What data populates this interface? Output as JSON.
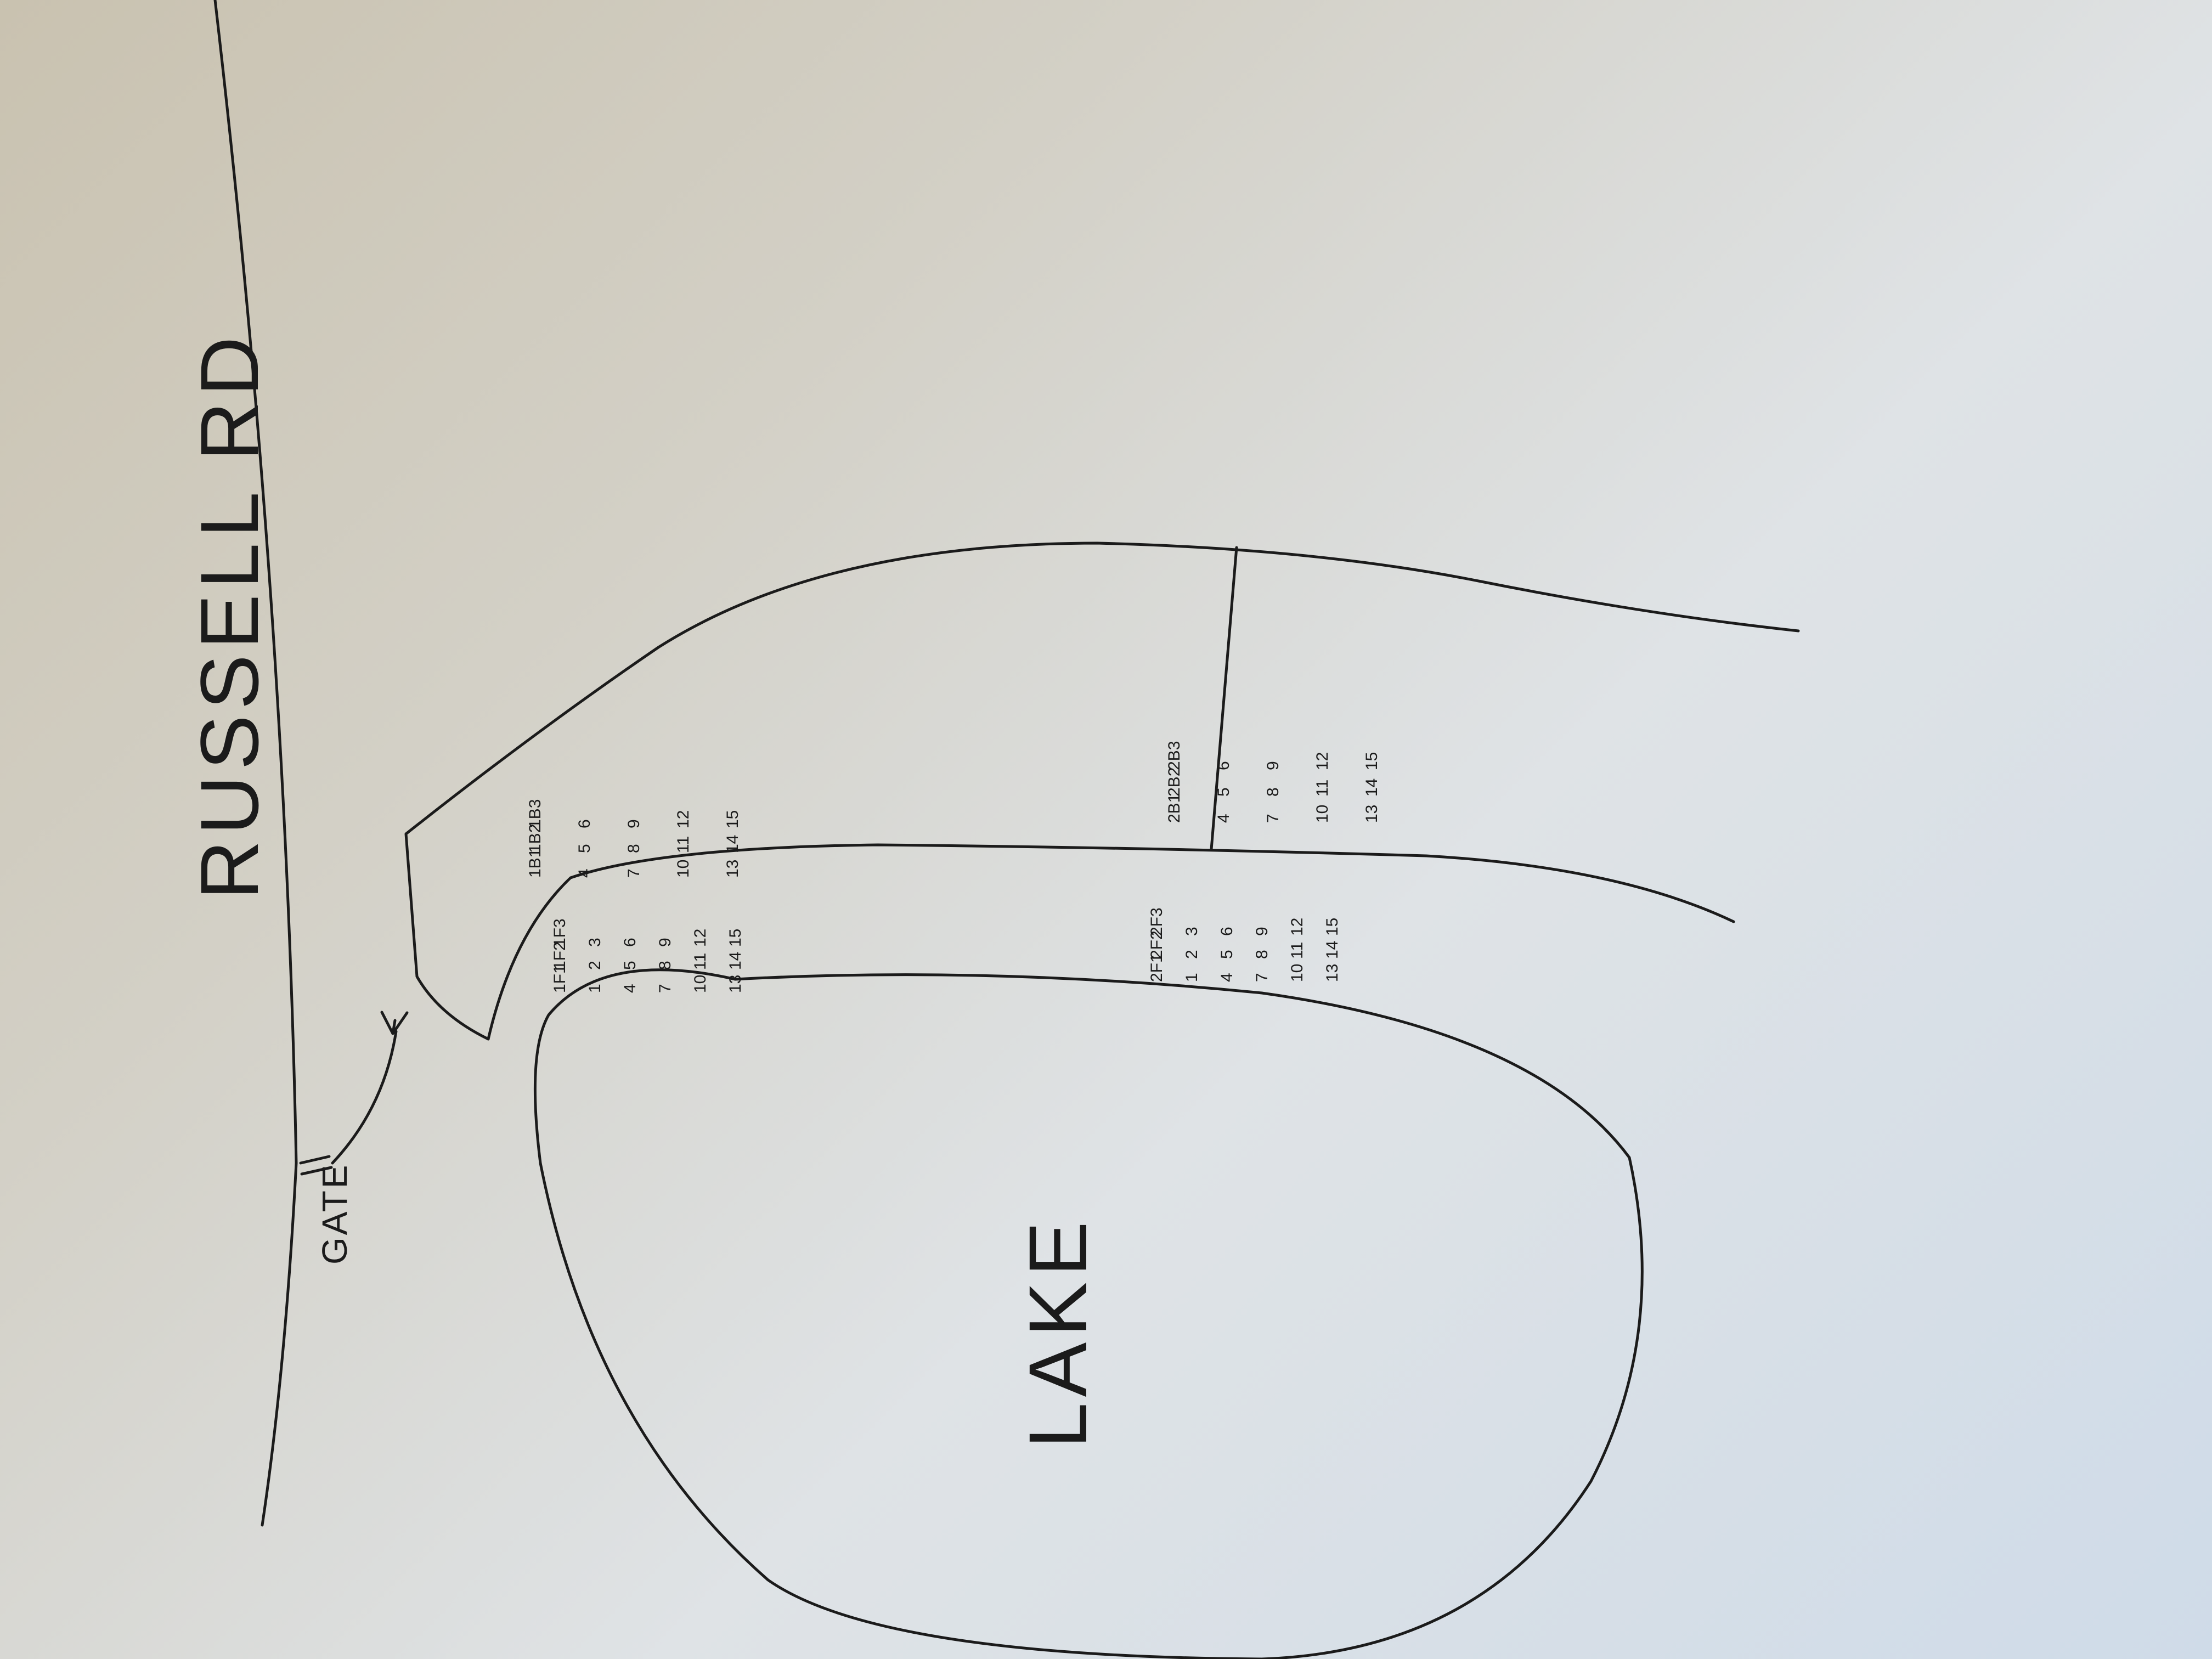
{
  "labels": {
    "road": "RUSSELL RD",
    "gate": "GATE",
    "lake": "LAKE"
  },
  "section_1": {
    "front_rows": [
      [
        "1F1",
        "1F2",
        "1F3"
      ],
      [
        "1",
        "2",
        "3"
      ],
      [
        "4",
        "5",
        "6"
      ],
      [
        "7",
        "8",
        "9"
      ],
      [
        "10",
        "11",
        "12"
      ],
      [
        "13",
        "14",
        "15"
      ]
    ],
    "back_rows": [
      [
        "1B1",
        "1B2",
        "1B3"
      ],
      [
        "4",
        "5",
        "6"
      ],
      [
        "7",
        "8",
        "9"
      ],
      [
        "10",
        "11",
        "12"
      ],
      [
        "13",
        "14",
        "15"
      ]
    ]
  },
  "section_2": {
    "front_rows": [
      [
        "2F1",
        "2F2",
        "2F3"
      ],
      [
        "1",
        "2",
        "3"
      ],
      [
        "4",
        "5",
        "6"
      ],
      [
        "7",
        "8",
        "9"
      ],
      [
        "10",
        "11",
        "12"
      ],
      [
        "13",
        "14",
        "15"
      ]
    ],
    "back_rows": [
      [
        "2B1",
        "2B2",
        "2B3"
      ],
      [
        "4",
        "5",
        "6"
      ],
      [
        "7",
        "8",
        "9"
      ],
      [
        "10",
        "11",
        "12"
      ],
      [
        "13",
        "14",
        "15"
      ]
    ]
  }
}
